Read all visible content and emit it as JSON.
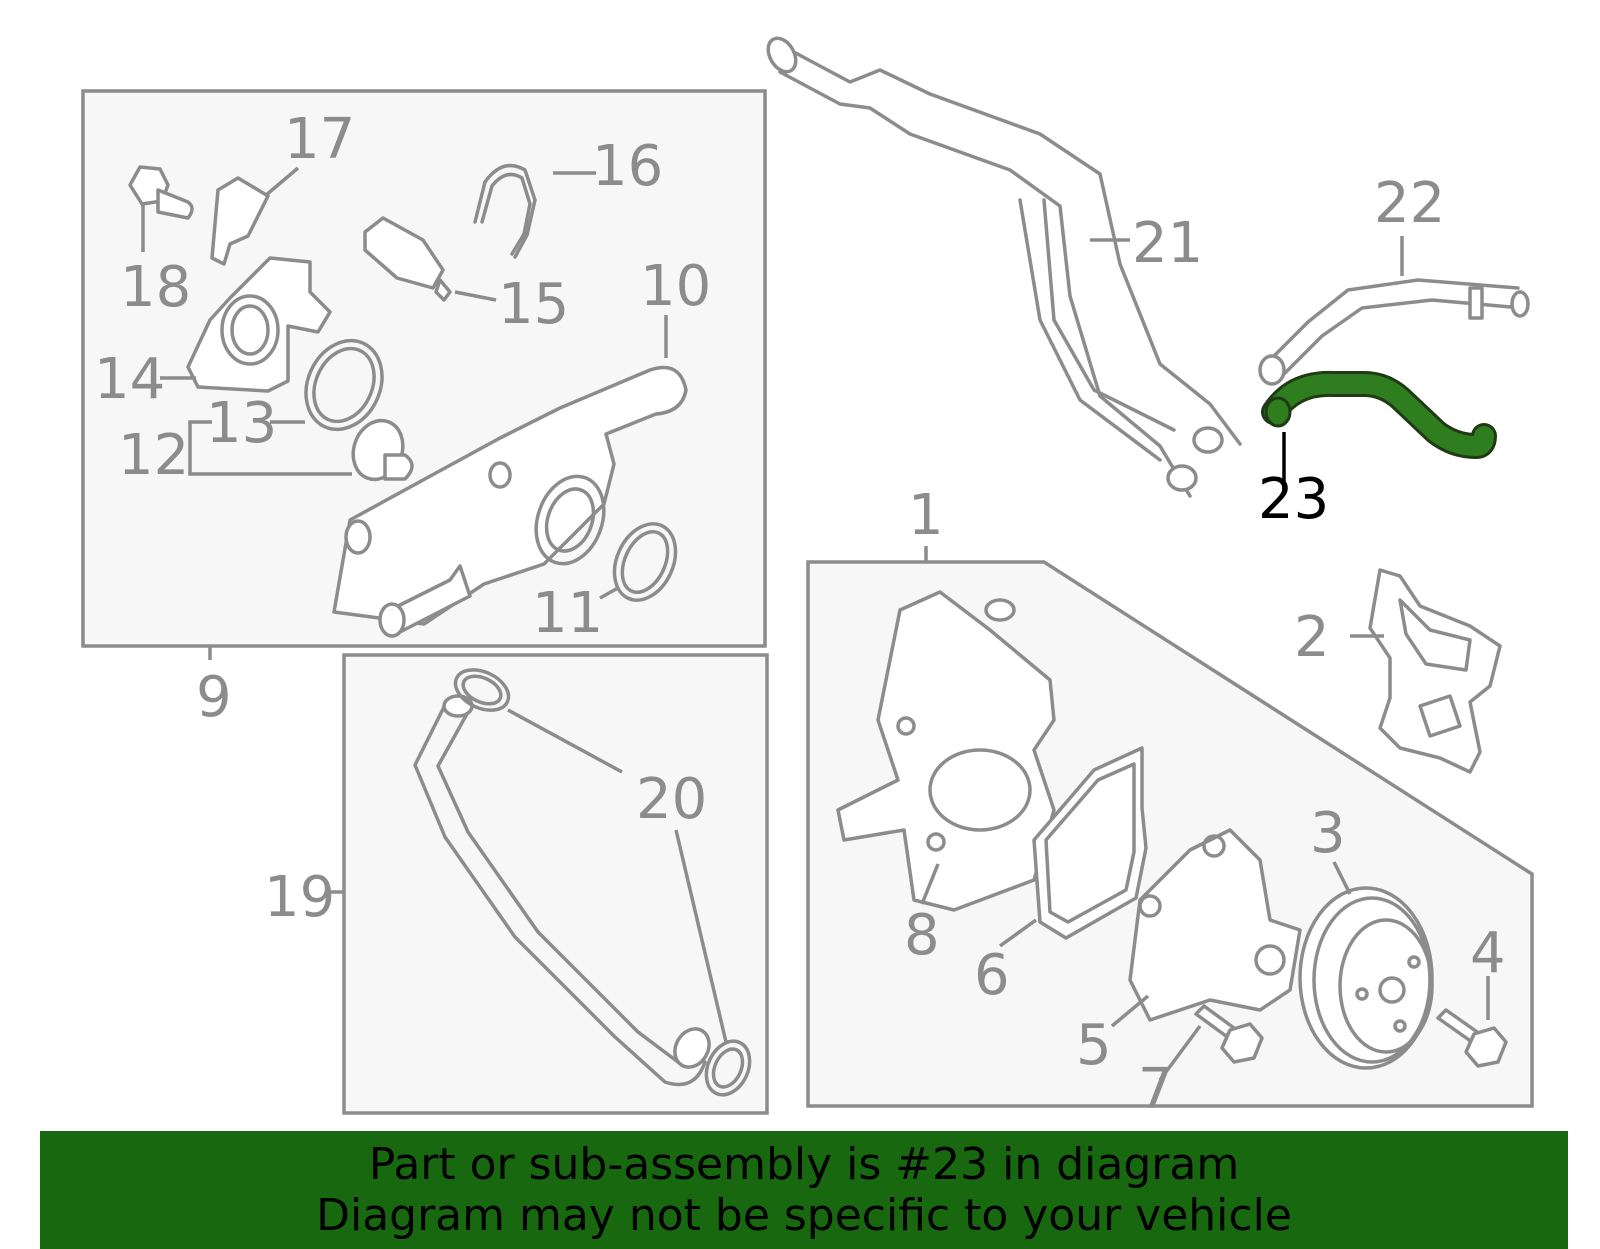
{
  "callouts": {
    "c1": "1",
    "c2": "2",
    "c3": "3",
    "c4": "4",
    "c5": "5",
    "c6": "6",
    "c7": "7",
    "c8": "8",
    "c9": "9",
    "c10": "10",
    "c11": "11",
    "c12": "12",
    "c13": "13",
    "c14": "14",
    "c15": "15",
    "c16": "16",
    "c17": "17",
    "c18": "18",
    "c19": "19",
    "c20": "20",
    "c21": "21",
    "c22": "22",
    "c23": "23"
  },
  "highlight": {
    "part": "23",
    "color": "#2e7d1e"
  },
  "banner": {
    "line1": "Part or sub-assembly is #23 in diagram",
    "line2": "Diagram may not be specific to your vehicle",
    "background": "#17680f"
  }
}
